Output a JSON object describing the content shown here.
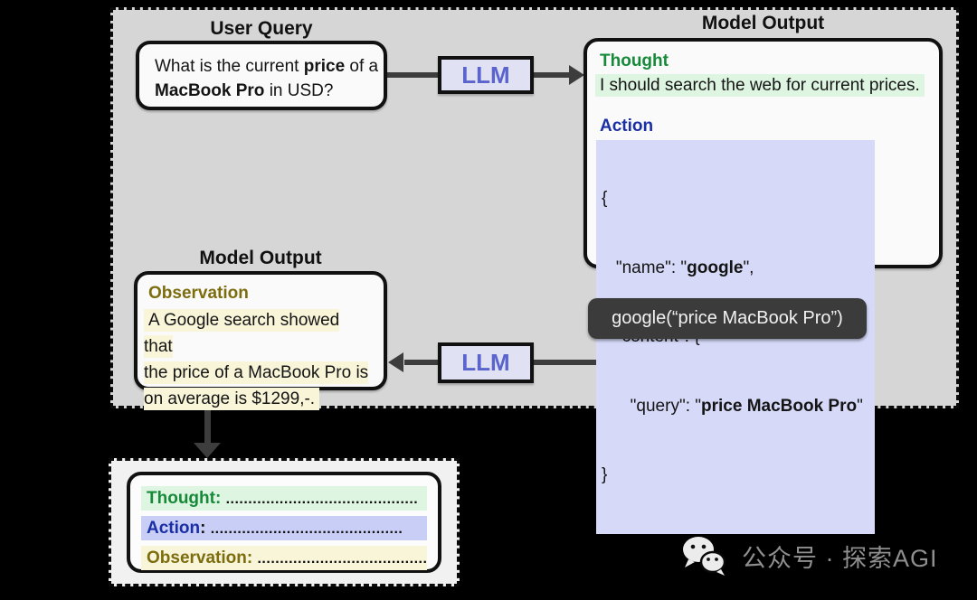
{
  "user_query": {
    "title": "User Query",
    "line1": [
      "What is the current ",
      "price",
      " of a"
    ],
    "line2": [
      "MacBook Pro",
      " in USD?"
    ]
  },
  "llm_top": "LLM",
  "llm_bottom": "LLM",
  "model_output_top": {
    "title": "Model Output",
    "thought_label": "Thought",
    "thought_text": "I should search the web for current prices.",
    "action_label": "Action",
    "code": {
      "l1": "{",
      "l2a": "   \"name\": \"",
      "l2b": "google",
      "l2c": "\",",
      "l3": "   \"content\": {",
      "l4a": "      \"query\": \"",
      "l4b": "price MacBook Pro",
      "l4c": "\"",
      "l5": "}"
    }
  },
  "tool_call": "google(“price MacBook Pro”)",
  "model_output_left": {
    "title": "Model Output",
    "observation_label": "Observation",
    "observation_text": "A Google search showed that\nthe price of a MacBook Pro is\non average is $1299,-."
  },
  "loop_box": {
    "thought_label": "Thought:",
    "thought_dots": "...........................................",
    "action_label": "Action",
    "action_colon": ": ",
    "action_dots": "...........................................",
    "observation_label": "Observation:",
    "observation_dots": "......................................."
  },
  "footer": {
    "text": "公众号 · 探索AGI"
  },
  "colors": {
    "panel_bg": "#d6d6d6",
    "thought_green": "#178a3a",
    "thought_highlight": "#def5e1",
    "action_blue": "#1b2fa5",
    "action_highlight": "#d6daf8",
    "observation_olive": "#7c6d0e",
    "observation_highlight": "#f8f5d9",
    "llm_text": "#5a64cc",
    "llm_bg": "#e0e2f4",
    "connector": "#3d3d3d",
    "tool_chip_bg": "#3b3b3b"
  }
}
